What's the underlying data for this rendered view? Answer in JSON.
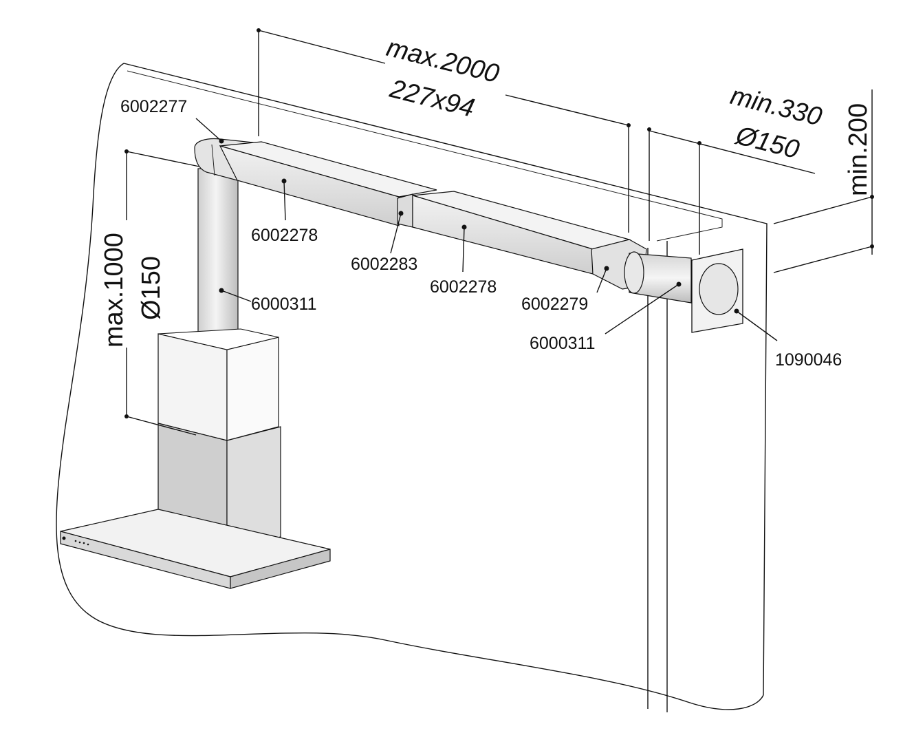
{
  "parts": {
    "elbow_top": "6002277",
    "duct_left": "6002278",
    "connector": "6002283",
    "duct_right": "6002278",
    "adapter": "6002279",
    "pipe_wall": "6000311",
    "pipe_vertical": "6000311",
    "wall_outlet": "1090046"
  },
  "dimensions": {
    "horizontal_max": "max.2000",
    "duct_size": "227x94",
    "wall_min": "min.330",
    "wall_diameter": "Ø150",
    "height_min": "min.200",
    "vertical_max": "max.1000",
    "vertical_diameter": "Ø150"
  },
  "colors": {
    "line": "#111111",
    "duct_fill": "#e6e6e6",
    "chimney_fill": "#dadada",
    "glass_fill": "#f0f0f0"
  }
}
